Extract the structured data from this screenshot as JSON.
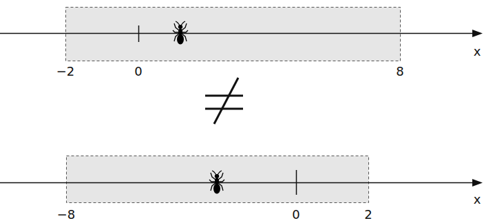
{
  "diagram": {
    "labels": [
      "−2",
      "0",
      "8",
      "x",
      "−8",
      "0",
      "2",
      "x"
    ]
  }
}
